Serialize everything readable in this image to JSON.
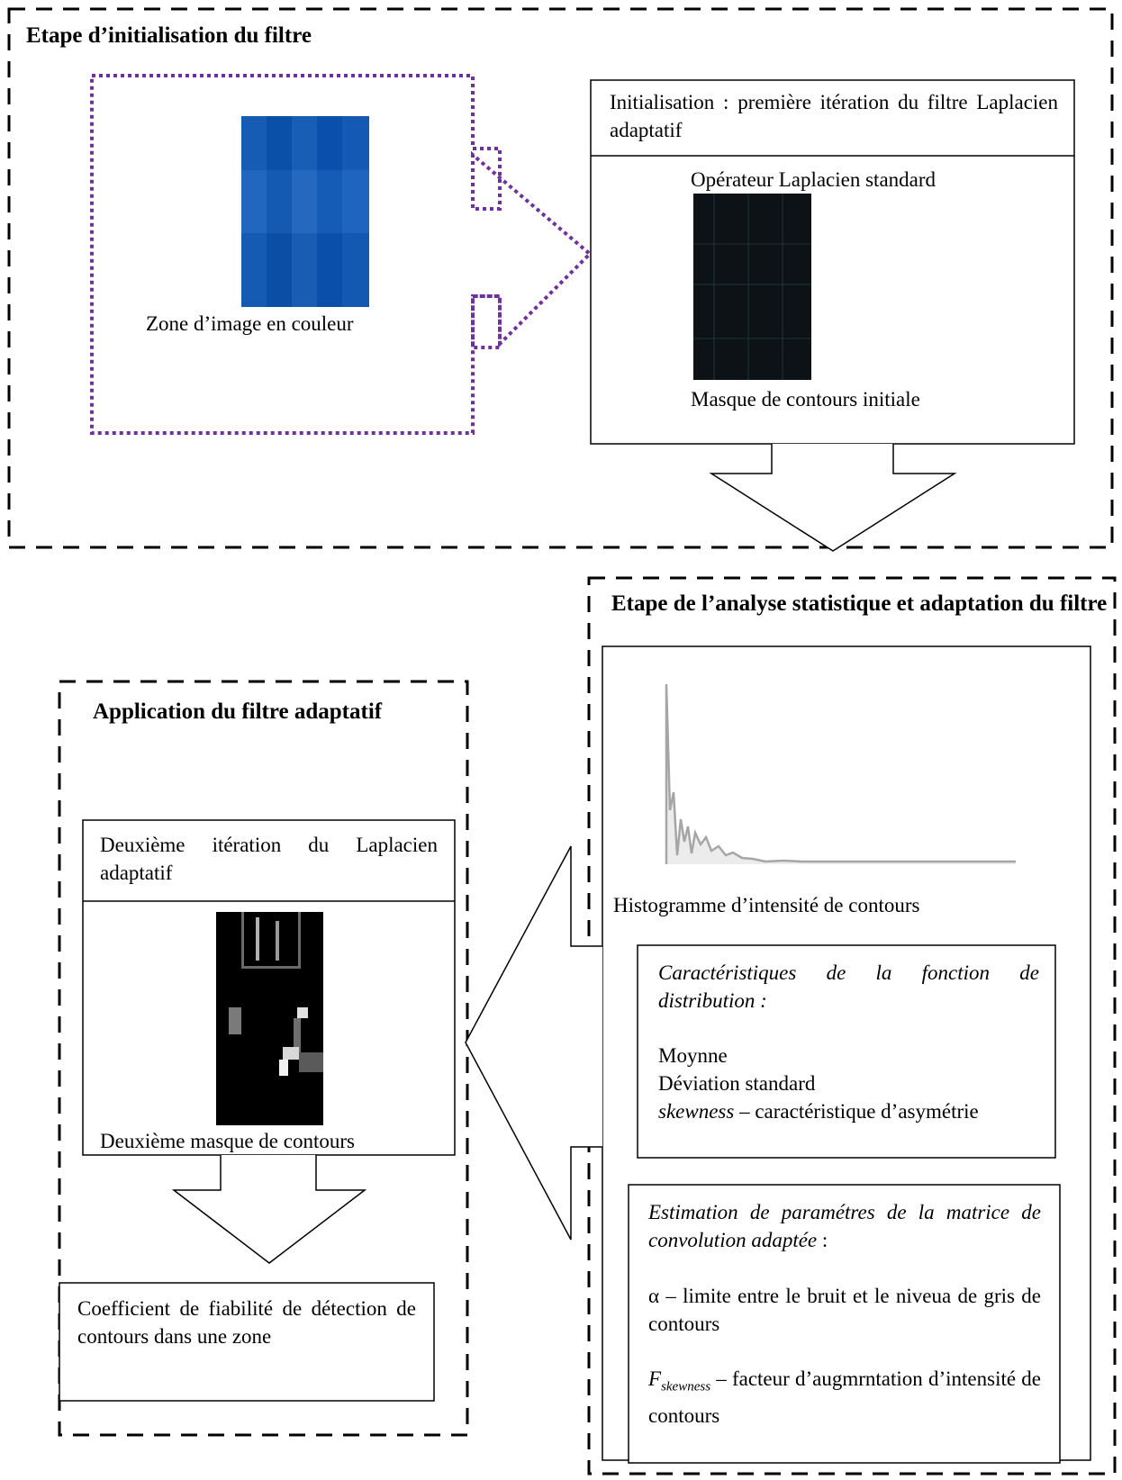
{
  "stage1": {
    "title": "Etape d’initialisation du filtre",
    "color_zone_label": "Zone d’image en couleur",
    "init_box": {
      "title": "Initialisation : première itération du filtre Laplacien adaptatif",
      "operator_label": "Opérateur Laplacien standard",
      "mask_label": "Masque de contours initiale"
    }
  },
  "stage2": {
    "title": "Etape de l’analyse statistique et adaptation du filtre",
    "histogram_label": "Histogramme d’intensité de contours",
    "characteristics": {
      "heading": "Caractéristiques de la fonction de distribution :",
      "item_mean": "Moynne",
      "item_std": "Déviation standard",
      "item_skew_term": "skewness",
      "item_skew_rest": " – caractéristique d’asymétrie"
    },
    "estimation": {
      "heading": "Estimation de paramétres de la matrice de convolution adaptée",
      "heading_suffix": " :",
      "alpha_text": "α – limite entre le bruit et le niveua de gris de contours",
      "f_symbol": "F",
      "f_subscript": "skewness",
      "f_text": " – facteur d’augmrntation d’intensité de contours"
    }
  },
  "stage3": {
    "title": "Application du filtre adaptatif",
    "second_box": {
      "title": "Deuxième itération du Laplacien adaptatif",
      "mask_label": "Deuxième masque de contours"
    },
    "coefficient_text": "Coefficient de fiabilité de détection de contours dans une zone"
  },
  "colors": {
    "dashed_border": "#000000",
    "dotted_arrow": "#7030a0",
    "color_zone": "#0a56b8",
    "initial_mask": "#0d1216",
    "second_mask": "#000000",
    "histogram_line": "#a6a6a6"
  }
}
